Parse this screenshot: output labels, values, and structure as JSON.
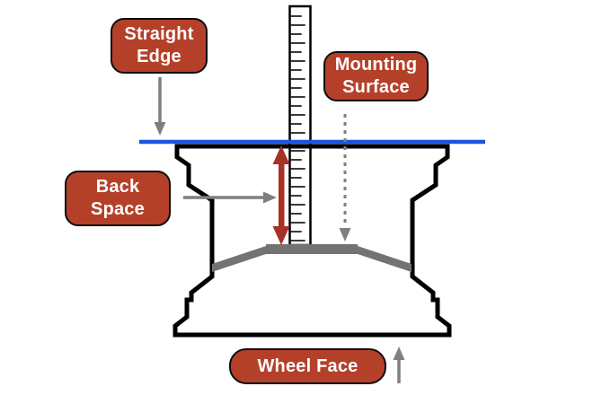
{
  "colors": {
    "label_fill": "#b5402a",
    "label_text": "#ffffff",
    "outline": "#000000",
    "straight_edge_line": "#1a56db",
    "measure_arrow": "#a53225",
    "pointer_gray": "#7f7f7f",
    "mounting_surface_fill": "#737373"
  },
  "labels": {
    "straight_edge": "Straight\nEdge",
    "mounting_surface": "Mounting\nSurface",
    "back_space": "Back\nSpace",
    "wheel_face": "Wheel Face"
  },
  "ruler": {
    "tick_count": 26,
    "tick_start_y": 18,
    "tick_spacing": 10
  }
}
